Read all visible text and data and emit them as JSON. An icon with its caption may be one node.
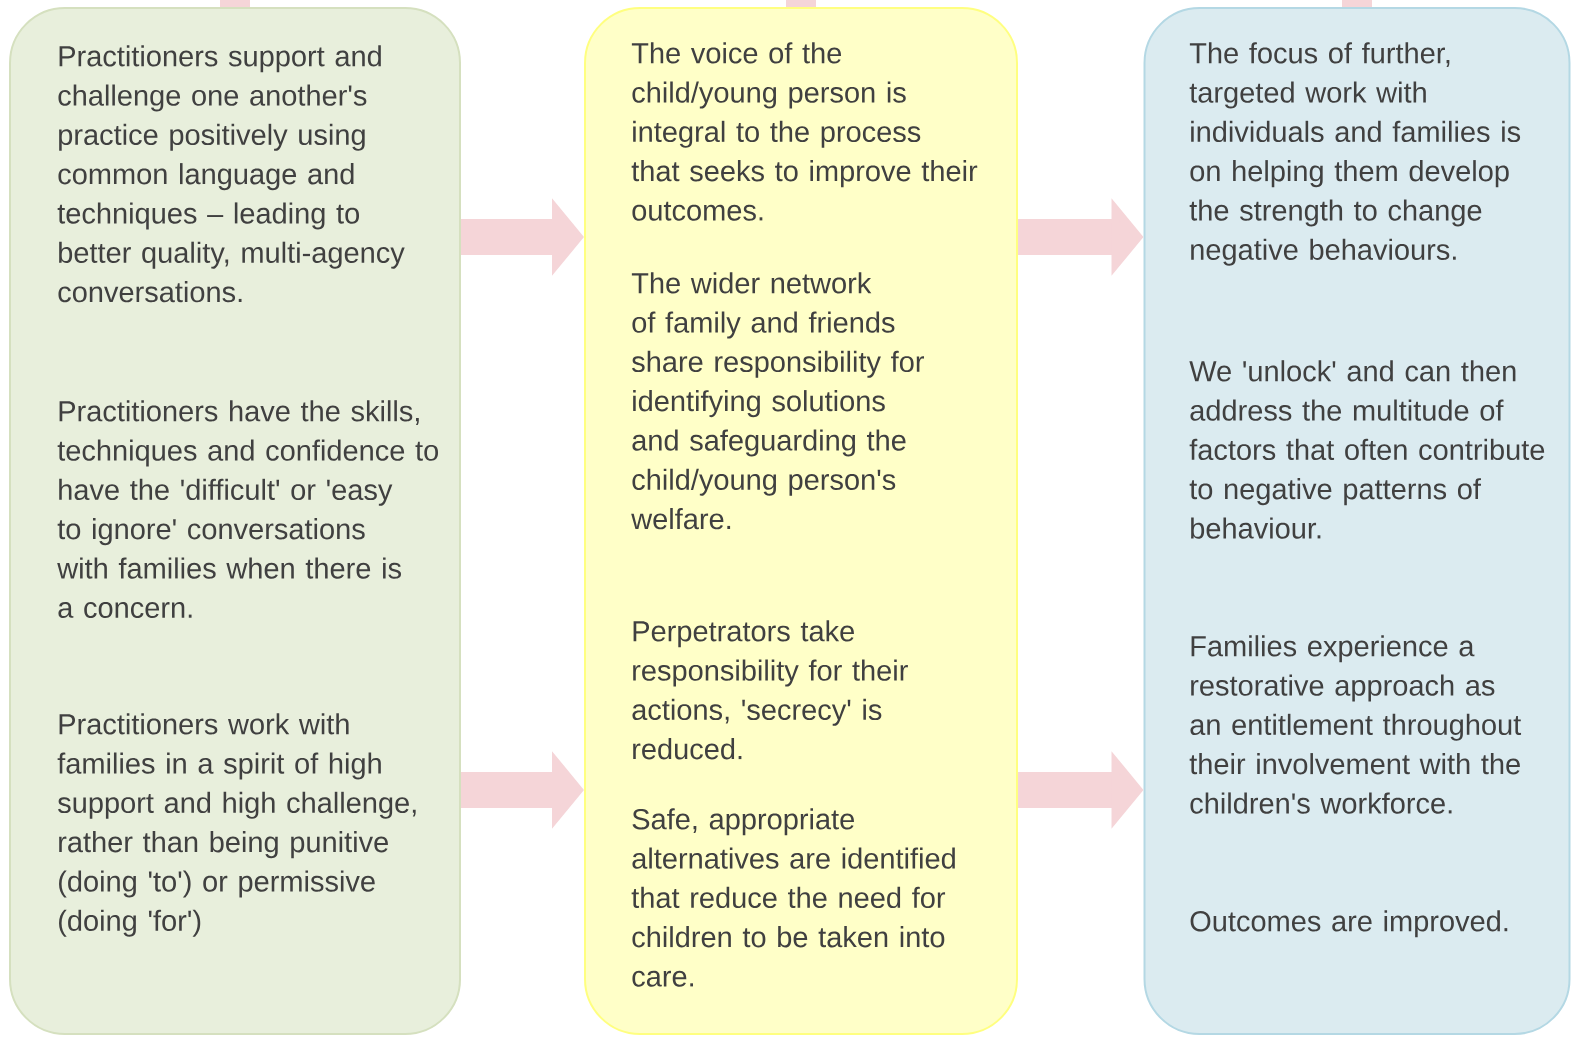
{
  "diagram": {
    "nodes": [
      {
        "text": [
          "Practitioners support and challenge one another's practice positively using common language and techniques – leading to better quality, multi-agency conversations.",
          "Practitioners have the skills, techniques and confidence to have the 'difficult' or 'easy to ignore' conversations with families when there is a concern.",
          "Practitioners work with families in a spirit of high support and high challenge, rather than being punitive (doing 'to') or permissive (doing 'for')"
        ]
      },
      {
        "text": [
          "The voice of the child/young person is integral to the process that seeks to improve their outcomes.",
          "The wider network of family and friends share responsibility for identifying solutions and safeguarding the child/young person's welfare.",
          "Perpetrators take responsibility for their actions, 'secrecy' is reduced.",
          "Safe, appropriate alternatives are identified that reduce the need for children to be taken into care."
        ]
      },
      {
        "text": [
          "The focus of further, targeted work with individuals and families is on helping them develop the strength to change negative behaviours.",
          "We 'unlock' and can then address the multitude of factors that often contribute to negative patterns of behaviour.",
          "Families experience a restorative approach as an entitlement throughout their involvement with the children's workforce.",
          "Outcomes are improved."
        ]
      }
    ],
    "edges": [
      {
        "from": null,
        "to": 0,
        "arrow": "none"
      },
      {
        "from": null,
        "to": 1,
        "arrow": "none"
      },
      {
        "from": null,
        "to": 2,
        "arrow": "none"
      },
      {
        "from": 0,
        "to": 1,
        "arrow": "to"
      },
      {
        "from": 0,
        "to": 1,
        "arrow": "to"
      },
      {
        "from": 1,
        "to": 2,
        "arrow": "to"
      },
      {
        "from": 1,
        "to": 2,
        "arrow": "to"
      }
    ]
  }
}
